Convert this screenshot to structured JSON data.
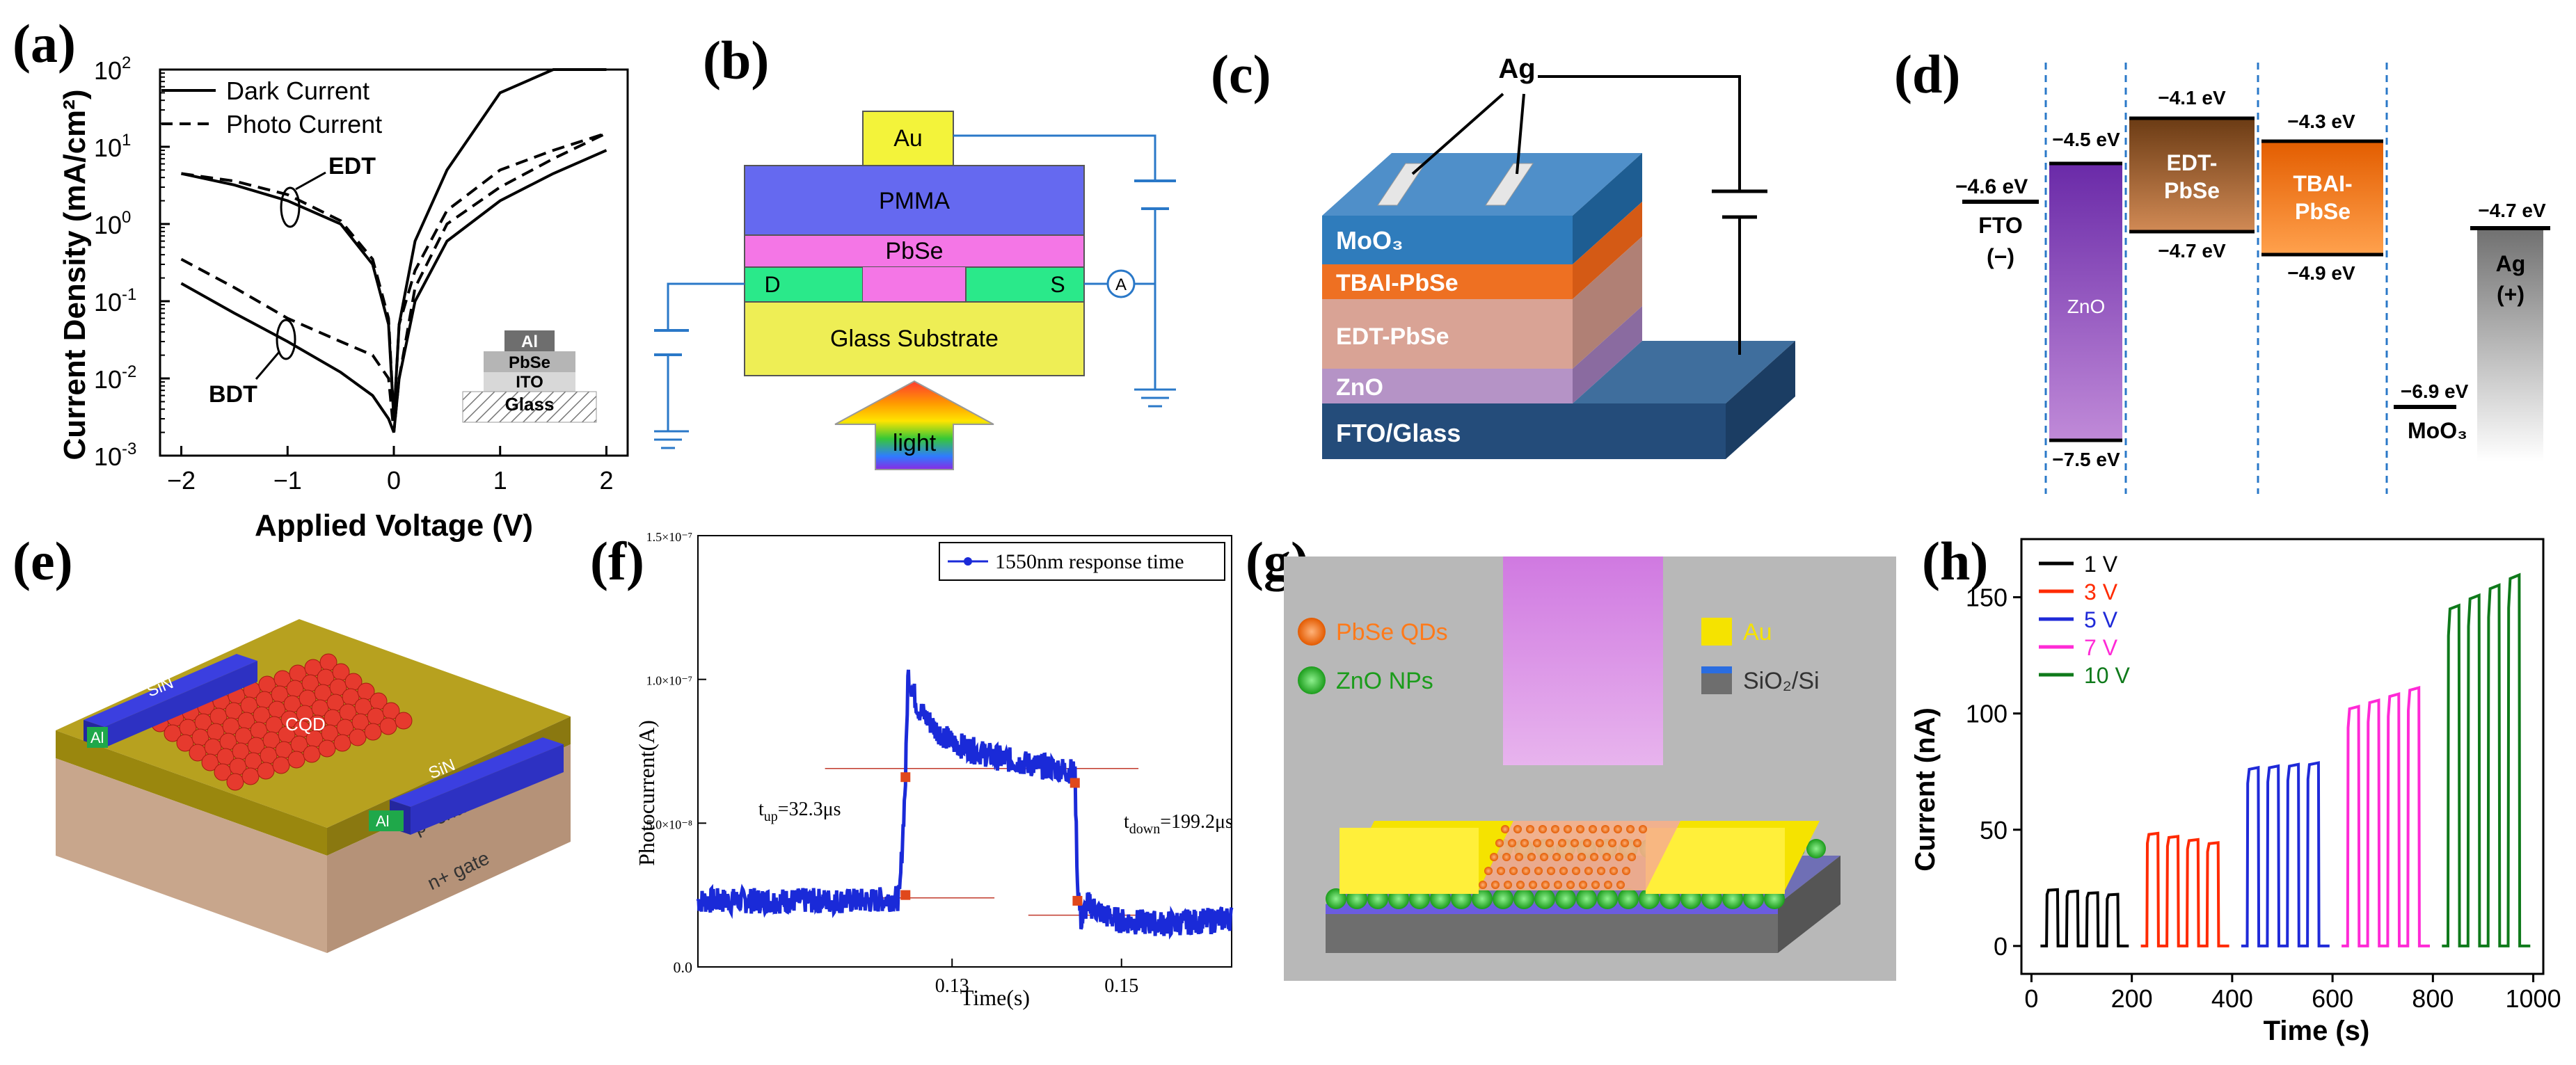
{
  "panel_labels": {
    "a": "(a)",
    "b": "(b)",
    "c": "(c)",
    "d": "(d)",
    "e": "(e)",
    "f": "(f)",
    "g": "(g)",
    "h": "(h)"
  },
  "chart_data": [
    {
      "id": "a",
      "type": "line",
      "xlabel": "Applied Voltage (V)",
      "ylabel": "Current Density (mA/cm²)",
      "xlim": [
        -2.2,
        2.2
      ],
      "xticks": [
        -2,
        -1,
        0,
        1,
        2
      ],
      "xtick_labels": [
        "−2",
        "−1",
        "0",
        "1",
        "2"
      ],
      "yscale": "log",
      "ylim": [
        0.001,
        100
      ],
      "ytick_bases": [
        "10",
        "10",
        "10",
        "10",
        "10",
        "10"
      ],
      "ytick_exps": [
        "-3",
        "-2",
        "-1",
        "0",
        "1",
        "2"
      ],
      "legend": [
        "Dark Current",
        "Photo Current"
      ],
      "annotations": [
        "EDT",
        "BDT"
      ],
      "inset_layers": [
        "Al",
        "PbSe",
        "ITO",
        "Glass"
      ],
      "series": [
        {
          "name": "Dark Current",
          "device": "EDT",
          "x": [
            -2,
            -1.5,
            -1,
            -0.5,
            -0.2,
            -0.05,
            0,
            0.05,
            0.2,
            0.5,
            1,
            1.5,
            2
          ],
          "y": [
            4.5,
            3.2,
            2.0,
            1.0,
            0.3,
            0.05,
            0.003,
            0.05,
            0.6,
            5,
            50,
            100,
            100
          ]
        },
        {
          "name": "Photo Current",
          "device": "EDT",
          "x": [
            -2,
            -1.5,
            -1,
            -0.5,
            -0.2,
            -0.05,
            0,
            0.05,
            0.2,
            0.5,
            1,
            1.5,
            2
          ],
          "y": [
            4.5,
            3.6,
            2.4,
            1.1,
            0.35,
            0.06,
            0.003,
            0.05,
            0.25,
            1.5,
            5,
            9,
            15
          ]
        },
        {
          "name": "Dark Current",
          "device": "BDT",
          "x": [
            -2,
            -1.5,
            -1,
            -0.5,
            -0.2,
            -0.05,
            0,
            0.05,
            0.2,
            0.5,
            1,
            1.5,
            2
          ],
          "y": [
            0.17,
            0.07,
            0.03,
            0.012,
            0.006,
            0.003,
            0.002,
            0.01,
            0.1,
            0.6,
            2,
            4.5,
            9
          ]
        },
        {
          "name": "Photo Current",
          "device": "BDT",
          "x": [
            -2,
            -1.5,
            -1,
            -0.5,
            -0.2,
            -0.05,
            0,
            0.05,
            0.2,
            0.5,
            1,
            1.5,
            2
          ],
          "y": [
            0.35,
            0.15,
            0.06,
            0.03,
            0.02,
            0.01,
            0.002,
            0.01,
            0.15,
            1,
            3,
            7,
            15
          ]
        }
      ]
    },
    {
      "id": "f",
      "type": "line",
      "xlabel": "Time(s)",
      "ylabel": "Photocurrent(A)",
      "xlim": [
        0.1,
        0.163
      ],
      "xticks": [
        0.13,
        0.15
      ],
      "xtick_labels": [
        "0.13",
        "0.15"
      ],
      "ylim": [
        0,
        1.5e-07
      ],
      "yticks": [
        0,
        5e-08,
        1e-07,
        1.5e-07
      ],
      "ytick_labels": [
        "0.0",
        "5.0×10⁻⁸",
        "1.0×10⁻⁷",
        "1.5×10⁻⁷"
      ],
      "legend": [
        "1550nm response time"
      ],
      "annotations": [
        {
          "base": "t",
          "sub": "up",
          "text": "=32.3μs"
        },
        {
          "base": "t",
          "sub": "down",
          "text": "=199.2μs"
        }
      ],
      "series": [
        {
          "name": "1550nm response time",
          "x": [
            0.1,
            0.11,
            0.12,
            0.1238,
            0.1245,
            0.1248,
            0.126,
            0.128,
            0.13,
            0.135,
            0.14,
            0.1445,
            0.1448,
            0.1452,
            0.146,
            0.148,
            0.15,
            0.155,
            0.16,
            0.163
          ],
          "y": [
            2.3e-08,
            2.3e-08,
            2.3e-08,
            2.4e-08,
            6.5e-08,
            1.02e-07,
            9e-08,
            8.3e-08,
            7.8e-08,
            7.3e-08,
            7e-08,
            6.8e-08,
            3e-08,
            1.6e-08,
            2.2e-08,
            1.8e-08,
            1.6e-08,
            1.5e-08,
            1.6e-08,
            1.7e-08
          ]
        }
      ]
    },
    {
      "id": "h",
      "type": "line",
      "xlabel": "Time (s)",
      "ylabel": "Current (nA)",
      "xlim": [
        -20,
        1020
      ],
      "xticks": [
        0,
        200,
        400,
        600,
        800,
        1000
      ],
      "xtick_labels": [
        "0",
        "200",
        "400",
        "600",
        "800",
        "1000"
      ],
      "ylim": [
        -12,
        175
      ],
      "yticks": [
        0,
        50,
        100,
        150
      ],
      "ytick_labels": [
        "0",
        "50",
        "100",
        "150"
      ],
      "series": [
        {
          "name": "1 V",
          "color": "#000000",
          "start": 30,
          "on": 22,
          "off": 18,
          "pulses": 4,
          "peak": 24,
          "peak_end": 22
        },
        {
          "name": "3 V",
          "color": "#ff2a00",
          "start": 230,
          "on": 22,
          "off": 18,
          "pulses": 4,
          "peak": 48,
          "peak_end": 44
        },
        {
          "name": "5 V",
          "color": "#1f2ad8",
          "start": 430,
          "on": 22,
          "off": 18,
          "pulses": 4,
          "peak": 76,
          "peak_end": 78
        },
        {
          "name": "7 V",
          "color": "#ff2ad6",
          "start": 630,
          "on": 22,
          "off": 18,
          "pulses": 4,
          "peak": 102,
          "peak_end": 110
        },
        {
          "name": "10 V",
          "color": "#0f7a1b",
          "start": 830,
          "on": 22,
          "off": 18,
          "pulses": 4,
          "peak": 145,
          "peak_end": 158
        }
      ]
    }
  ],
  "diagram_b": {
    "top": "Au",
    "pmma": "PMMA",
    "pbse": "PbSe",
    "drain": "D",
    "source": "S",
    "substrate": "Glass Substrate",
    "light": "light",
    "meter": "A"
  },
  "diagram_c": {
    "electrode": "Ag",
    "layers": [
      "MoO₃",
      "TBAI-PbSe",
      "EDT-PbSe",
      "ZnO",
      "FTO/Glass"
    ]
  },
  "diagram_d": {
    "fto_level": "−4.6 eV",
    "fto": "FTO",
    "fto_sign": "(−)",
    "zno_top": "−4.5 eV",
    "zno_bottom": "−7.5 eV",
    "zno": "ZnO",
    "edt_top": "−4.1 eV",
    "edt_bottom": "−4.7 eV",
    "edt": "EDT-\nPbSe",
    "tbai_top": "−4.3 eV",
    "tbai_bottom": "−4.9 eV",
    "tbai": "TBAI-\nPbSe",
    "moo3_level": "−6.9 eV",
    "moo3": "MoO₃",
    "ag_level": "−4.7 eV",
    "ag": "Ag",
    "ag_sign": "(+)"
  },
  "diagram_e": {
    "electrodes": [
      "SiN",
      "SiN"
    ],
    "contacts": [
      "Al",
      "Al"
    ],
    "film": "CQD",
    "channel": "p- channel",
    "gate": "n+ gate"
  },
  "diagram_g": {
    "legend": [
      "PbSe QDs",
      "ZnO NPs",
      "Au",
      "SiO₂/Si"
    ]
  }
}
